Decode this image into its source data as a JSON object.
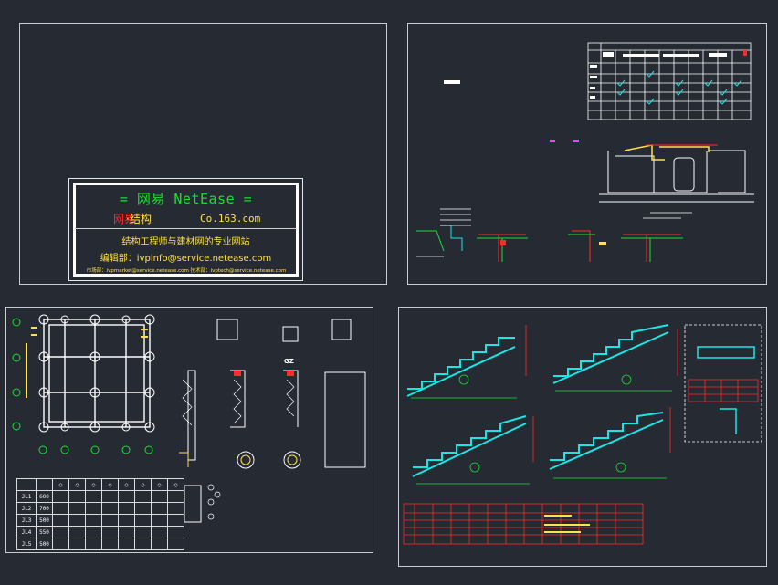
{
  "titleblock": {
    "title": "=  网易 NetEase =",
    "brand_red": "网易",
    "brand_yellow": "·结构",
    "domain": "Co.163.com",
    "slogan": "结构工程师与建材网的专业网站",
    "editor": "编辑部：ivpinfo@service.netease.com",
    "contacts": "市场部：ivpmarket@service.netease.com  技术部：ivptech@service.netease.com"
  },
  "beam_table": {
    "rows": [
      {
        "name": "JL1",
        "h": "600"
      },
      {
        "name": "JL2",
        "h": "700"
      },
      {
        "name": "JL3",
        "h": "500"
      },
      {
        "name": "JL4",
        "h": "550"
      },
      {
        "name": "JL5",
        "h": "500"
      }
    ]
  },
  "labels": {
    "gz": "GZ"
  },
  "colors": {
    "background": "#252a33",
    "border": "#c9ccd1",
    "green": "#18e030",
    "red": "#ff2a2a",
    "yellow": "#ffe24a",
    "cyan": "#19e6e6"
  }
}
